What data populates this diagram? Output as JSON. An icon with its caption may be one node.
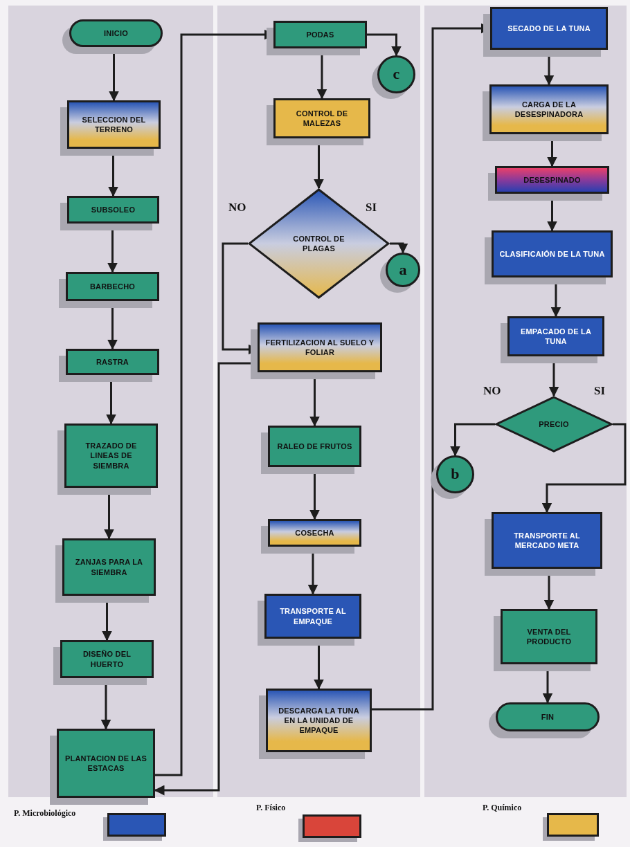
{
  "diagram": {
    "nodes": [
      {
        "text": [
          "INICIO"
        ]
      },
      {
        "text": [
          "SELECCION DEL TERRENO"
        ]
      },
      {
        "text": [
          "SUBSOLEO"
        ]
      },
      {
        "text": [
          "BARBECHO"
        ]
      },
      {
        "text": [
          "RASTRA"
        ]
      },
      {
        "text": [
          "TRAZADO DE LINEAS DE SIEMBRA"
        ]
      },
      {
        "text": [
          "ZANJAS PARA LA SIEMBRA"
        ]
      },
      {
        "text": [
          "DISEÑO DEL HUERTO"
        ]
      },
      {
        "text": [
          "PLANTACION DE LAS ESTACAS"
        ]
      },
      {
        "text": [
          "PODAS"
        ]
      },
      {
        "text": [
          "c"
        ]
      },
      {
        "text": [
          "CONTROL DE MALEZAS"
        ]
      },
      {
        "text": [
          "CONTROL DE PLAGAS"
        ]
      },
      {
        "text": [
          "a"
        ]
      },
      {
        "text": [
          "FERTILIZACION AL SUELO Y FOLIAR"
        ]
      },
      {
        "text": [
          "RALEO DE FRUTOS"
        ]
      },
      {
        "text": [
          "COSECHA"
        ]
      },
      {
        "text": [
          "TRANSPORTE AL EMPAQUE"
        ]
      },
      {
        "text": [
          "DESCARGA LA TUNA EN LA UNIDAD DE EMPAQUE"
        ]
      },
      {
        "text": [
          "SECADO DE LA TUNA"
        ]
      },
      {
        "text": [
          "CARGA DE LA DESESPINADORA"
        ]
      },
      {
        "text": [
          "DESESPINADO"
        ]
      },
      {
        "text": [
          "CLASIFICAIÓN DE LA TUNA"
        ]
      },
      {
        "text": [
          "EMPACADO DE LA TUNA"
        ]
      },
      {
        "text": [
          "PRECIO"
        ]
      },
      {
        "text": [
          "b"
        ]
      },
      {
        "text": [
          "TRANSPORTE AL MERCADO META"
        ]
      },
      {
        "text": [
          "VENTA DEL PRODUCTO"
        ]
      },
      {
        "text": [
          "FIN"
        ]
      }
    ],
    "edges": [
      {
        "from": 0,
        "to": 1,
        "arrow": "to"
      },
      {
        "from": 1,
        "to": 2,
        "arrow": "to"
      },
      {
        "from": 2,
        "to": 3,
        "arrow": "to"
      },
      {
        "from": 3,
        "to": 4,
        "arrow": "to"
      },
      {
        "from": 4,
        "to": 5,
        "arrow": "to"
      },
      {
        "from": 5,
        "to": 6,
        "arrow": "to"
      },
      {
        "from": 6,
        "to": 7,
        "arrow": "to"
      },
      {
        "from": 7,
        "to": 8,
        "arrow": "to"
      },
      {
        "from": 8,
        "to": 9,
        "arrow": "to"
      },
      {
        "from": 9,
        "to": 10,
        "arrow": "to"
      },
      {
        "from": 9,
        "to": 11,
        "arrow": "to"
      },
      {
        "from": 11,
        "to": 12,
        "arrow": "to"
      },
      {
        "from": 12,
        "to": 13,
        "arrow": "to"
      },
      {
        "from": 12,
        "to": 14,
        "arrow": "to"
      },
      {
        "from": 14,
        "to": 8,
        "arrow": "to"
      },
      {
        "from": 14,
        "to": 15,
        "arrow": "to"
      },
      {
        "from": 15,
        "to": 16,
        "arrow": "to"
      },
      {
        "from": 16,
        "to": 17,
        "arrow": "to"
      },
      {
        "from": 17,
        "to": 18,
        "arrow": "to"
      },
      {
        "from": 18,
        "to": 19,
        "arrow": "to"
      },
      {
        "from": 19,
        "to": 20,
        "arrow": "to"
      },
      {
        "from": 20,
        "to": 21,
        "arrow": "to"
      },
      {
        "from": 21,
        "to": 22,
        "arrow": "to"
      },
      {
        "from": 22,
        "to": 23,
        "arrow": "to"
      },
      {
        "from": 23,
        "to": 24,
        "arrow": "to"
      },
      {
        "from": 24,
        "to": 25,
        "arrow": "to"
      },
      {
        "from": 24,
        "to": 26,
        "arrow": "to"
      },
      {
        "from": 26,
        "to": 27,
        "arrow": "to"
      },
      {
        "from": 27,
        "to": 28,
        "arrow": "to"
      }
    ],
    "labels": [
      "NO",
      "SI",
      "NO",
      "SI"
    ],
    "legend": [
      {
        "text": "P. Microbiológico",
        "color": "#2a56b5"
      },
      {
        "text": "P. Físico",
        "color": "#d9453a"
      },
      {
        "text": "P. Químico",
        "color": "#e6b84a"
      }
    ]
  }
}
